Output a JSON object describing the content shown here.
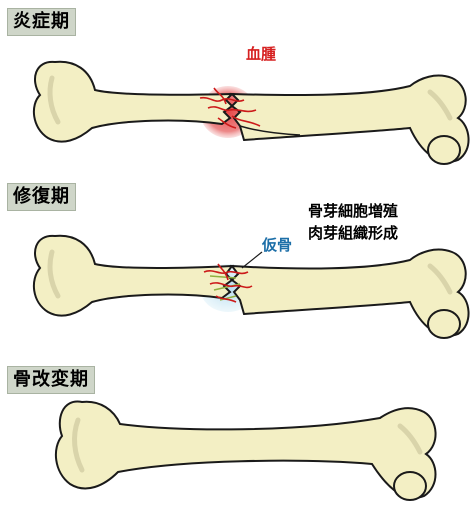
{
  "stages": {
    "inflammatory": "炎症期",
    "repair": "修復期",
    "remodeling": "骨改変期"
  },
  "annotations": {
    "hematoma": "血腫",
    "callus": "仮骨",
    "process_1": "骨芽細胞増殖",
    "process_2": "肉芽組織形成"
  },
  "colors": {
    "bone_fill": "#f3efc4",
    "bone_outline": "#1a1a1a",
    "hematoma": "#e63b3b",
    "callus_halo": "#bfe0f0",
    "vessel": "#cc1a1a",
    "label_bg": "#cfd6c9"
  }
}
